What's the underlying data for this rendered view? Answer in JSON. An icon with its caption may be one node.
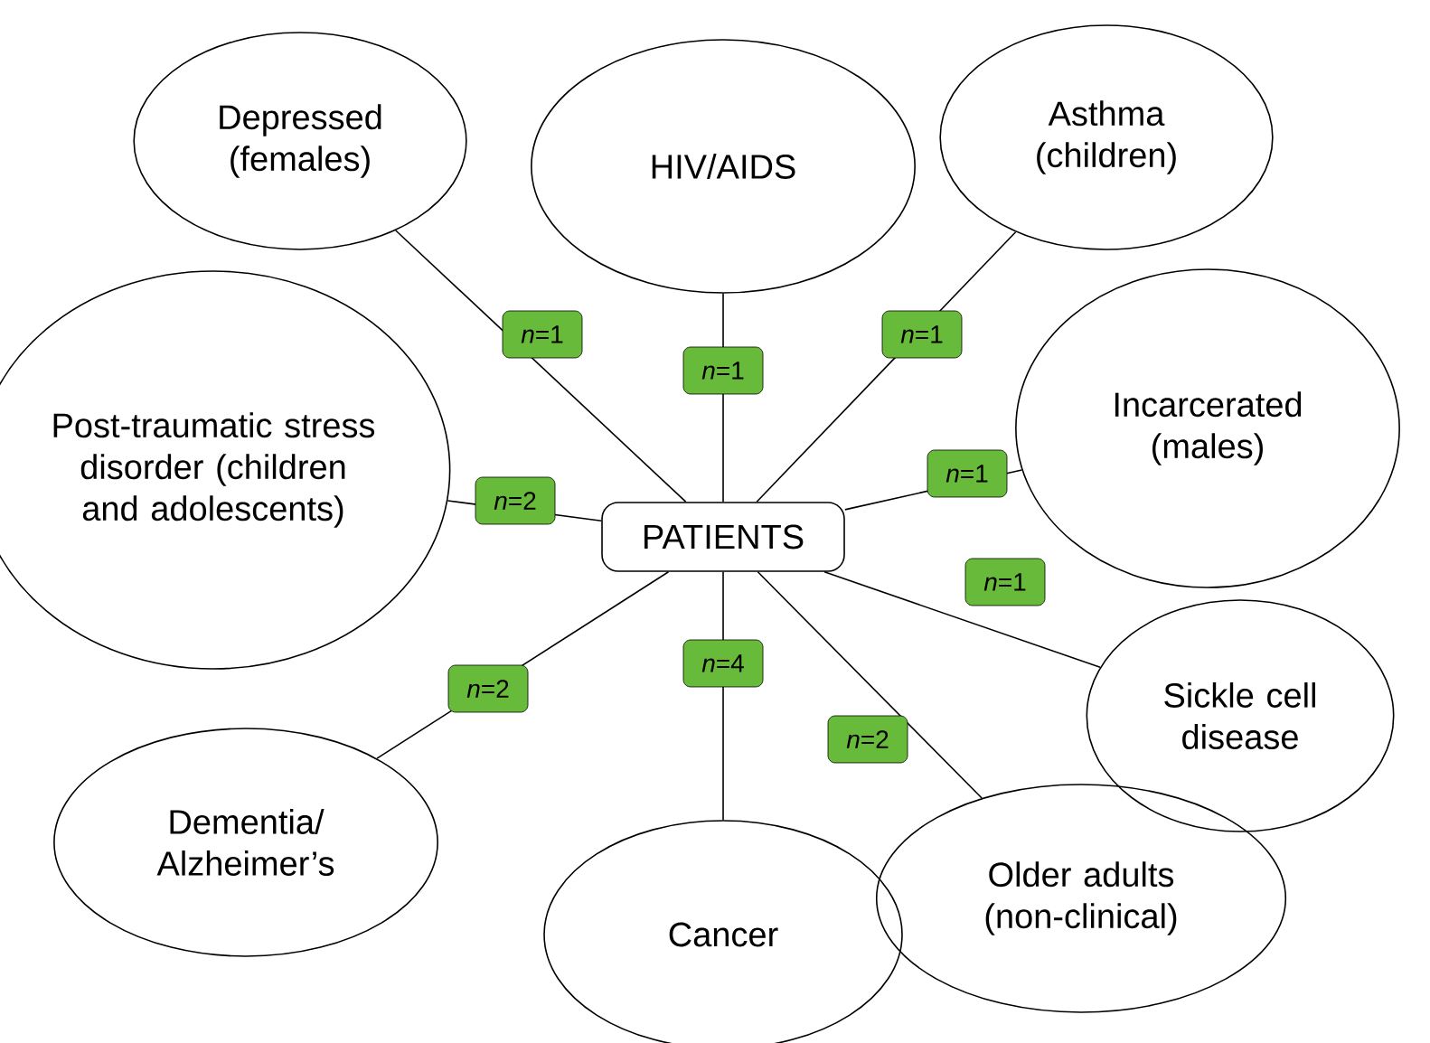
{
  "diagram": {
    "nodes": [
      {
        "text": [
          "Depressed (females)"
        ]
      },
      {
        "text": [
          "HIV/AIDS"
        ]
      },
      {
        "text": [
          "Asthma (children)"
        ]
      },
      {
        "text": [
          "Post-traumatic stress disorder (children and adolescents)"
        ]
      },
      {
        "text": [
          "Incarcerated (males)"
        ]
      },
      {
        "text": [
          "PATIENTS"
        ]
      },
      {
        "text": [
          "Sickle cell disease"
        ]
      },
      {
        "text": [
          "Dementia/ Alzheimer’s"
        ]
      },
      {
        "text": [
          "Cancer"
        ]
      },
      {
        "text": [
          "Older adults (non-clinical)"
        ]
      }
    ],
    "edges": [
      {
        "from": 5,
        "to": 0,
        "arrow": "none",
        "label": "*n*=1"
      },
      {
        "from": 5,
        "to": 1,
        "arrow": "none",
        "label": "*n*=1"
      },
      {
        "from": 5,
        "to": 2,
        "arrow": "none",
        "label": "*n*=1"
      },
      {
        "from": 5,
        "to": 3,
        "arrow": "none",
        "label": "*n*=2"
      },
      {
        "from": 5,
        "to": 4,
        "arrow": "none",
        "label": "*n*=1"
      },
      {
        "from": 5,
        "to": 6,
        "arrow": "none",
        "label": "*n*=1"
      },
      {
        "from": 5,
        "to": 7,
        "arrow": "none",
        "label": "*n*=2"
      },
      {
        "from": 5,
        "to": 8,
        "arrow": "none",
        "label": "*n*=4"
      },
      {
        "from": 5,
        "to": 9,
        "arrow": "none",
        "label": "*n*=2"
      }
    ]
  }
}
